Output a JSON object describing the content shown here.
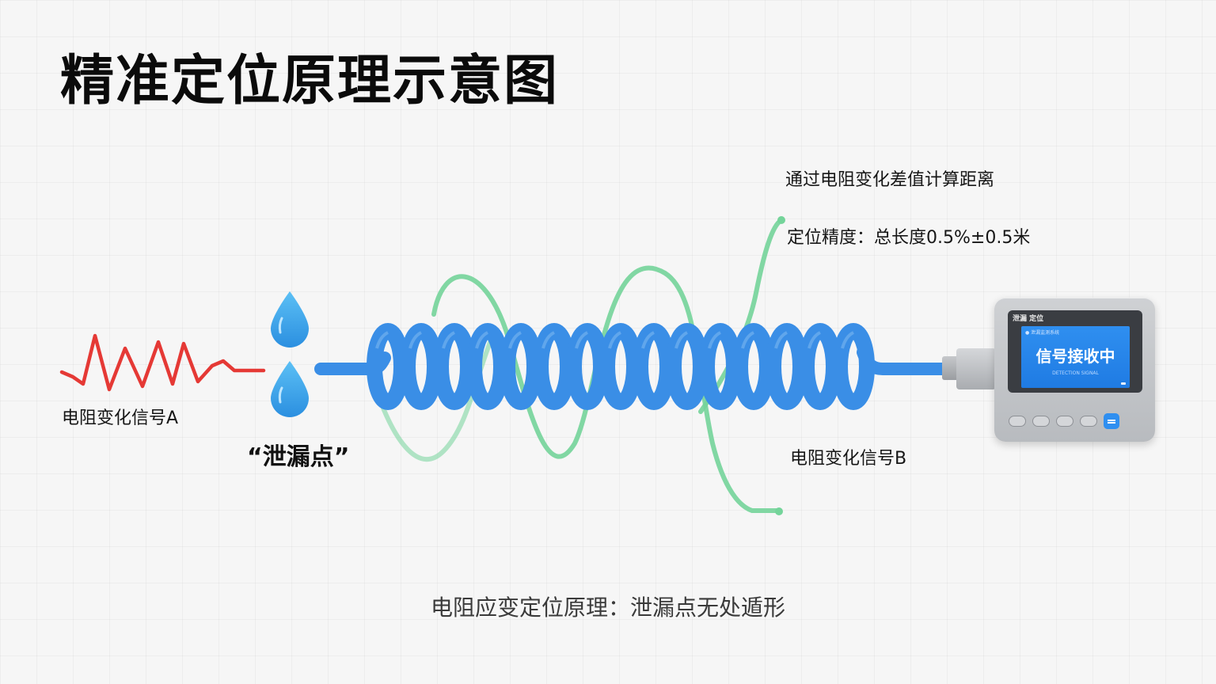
{
  "title": "精准定位原理示意图",
  "labels": {
    "signal_a": "电阻变化信号A",
    "signal_b": "电阻变化信号B",
    "leak_point": "“泄漏点”",
    "compute": "通过电阻变化差值计算距离",
    "accuracy": "定位精度：总长度0.5%±0.5米"
  },
  "device": {
    "header": "泄漏 定位",
    "screen_small": "● 泄漏监测系统",
    "screen_text": "信号接收中",
    "screen_footer": "DETECTION SIGNAL"
  },
  "caption": "电阻应变定位原理：泄漏点无处遁形",
  "icons": [
    "water-drop-icon",
    "water-drop-icon"
  ],
  "colors": {
    "cable_blue": "#3a8ee6",
    "signal_red": "#e53935",
    "signal_green": "#66cc88",
    "drop_blue": "#3aa3ea",
    "screen_blue": "#1f7be3"
  }
}
